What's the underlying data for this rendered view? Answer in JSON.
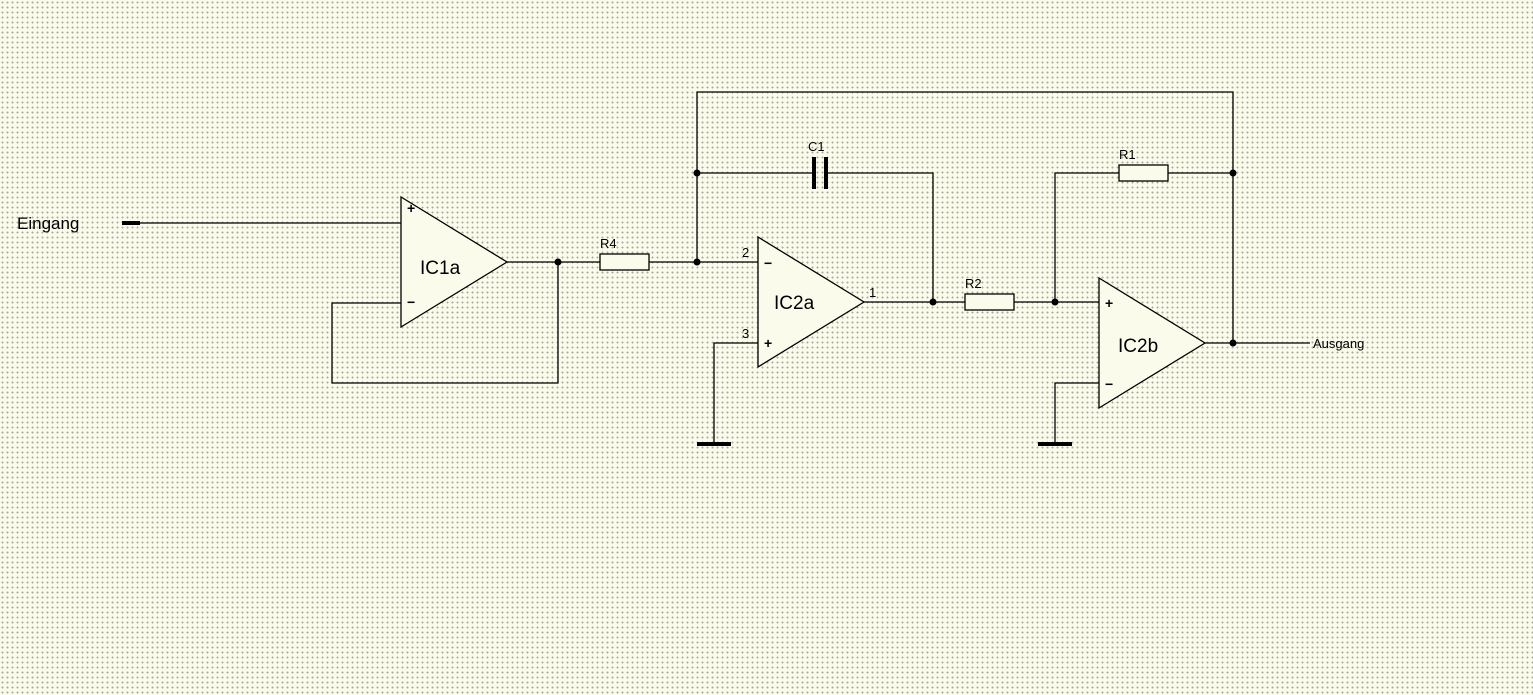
{
  "labels": {
    "input": "Eingang",
    "output": "Ausgang",
    "ic1a": "IC1a",
    "ic2a": "IC2a",
    "ic2b": "IC2b",
    "r1": "R1",
    "r2": "R2",
    "r4": "R4",
    "c1": "C1",
    "pin1": "1",
    "pin2": "2",
    "pin3": "3",
    "plus": "+",
    "minus": "−"
  }
}
